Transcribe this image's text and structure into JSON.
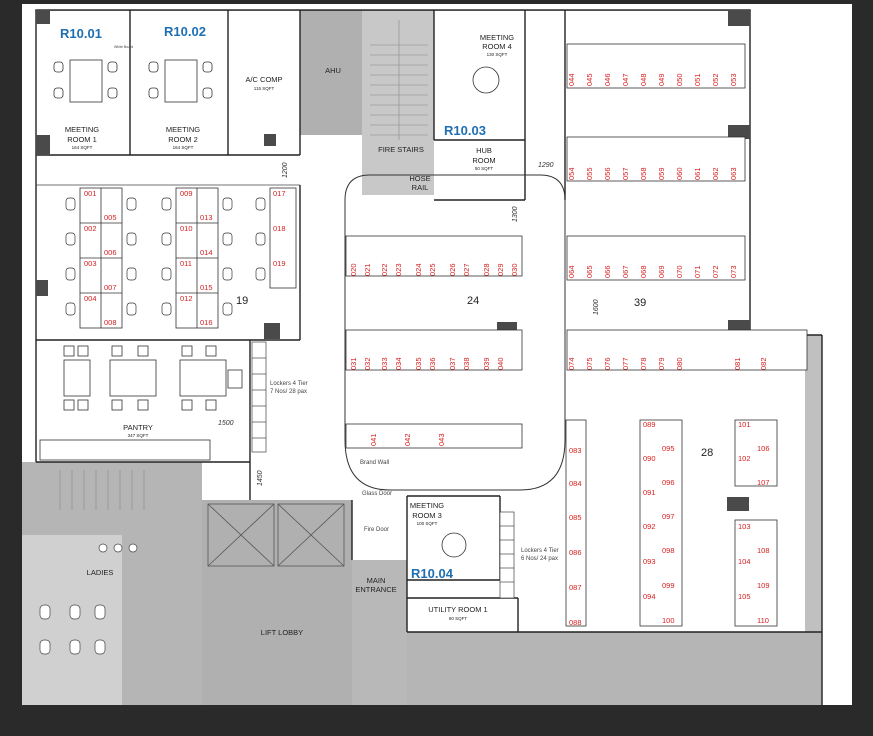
{
  "rooms": {
    "r1001_code": "R10.01",
    "r1002_code": "R10.02",
    "r1003_code": "R10.03",
    "r1004_code": "R10.04",
    "meeting1": [
      "MEETING",
      "ROOM 1"
    ],
    "meeting1_area": "164 SQFT",
    "meeting2": [
      "MEETING",
      "ROOM 2"
    ],
    "meeting2_area": "164 SQFT",
    "meeting3": [
      "MEETING",
      "ROOM 3"
    ],
    "meeting3_area": "100 SQFT",
    "meeting4": [
      "MEETING",
      "ROOM 4"
    ],
    "meeting4_area": "130 SQFT",
    "ac_comp": "A/C COMP",
    "ac_comp_area": "115 SQFT",
    "ahu": "AHU",
    "fire_stairs": "FIRE STAIRS",
    "hose_rail": [
      "HOSE",
      "RAIL"
    ],
    "hub_room": [
      "HUB",
      "ROOM"
    ],
    "hub_area": "50 SQFT",
    "pantry": "PANTRY",
    "pantry_area": "347 SQFT",
    "ladies": "LADIES",
    "lift_lobby": "LIFT LOBBY",
    "main_entrance": [
      "MAIN",
      "ENTRANCE"
    ],
    "utility_room": "UTILITY ROOM 1",
    "utility_area": "60 SQFT",
    "glass_door": "Glass Door",
    "fire_door": "Fire Door",
    "brand_wall": "Brand Wall",
    "lockers_a": [
      "Lockers 4 Tier",
      "7 Nos/ 28 pax"
    ],
    "lockers_b": [
      "Lockers 4 Tier",
      "6 Nos/ 24 pax"
    ],
    "whiteboard": "White Board"
  },
  "zones": [
    "19",
    "24",
    "39",
    "28"
  ],
  "dimensions": [
    "1200",
    "1290",
    "1300",
    "1600",
    "1500",
    "1450"
  ],
  "workstations": {
    "zone19": [
      "001",
      "005",
      "002",
      "006",
      "003",
      "007",
      "004",
      "008",
      "009",
      "013",
      "010",
      "014",
      "011",
      "015",
      "012",
      "016",
      "017",
      "018",
      "019"
    ],
    "zone24": [
      "020",
      "021",
      "022",
      "023",
      "024",
      "025",
      "026",
      "027",
      "028",
      "029",
      "030",
      "031",
      "032",
      "033",
      "034",
      "035",
      "036",
      "037",
      "038",
      "039",
      "040",
      "041",
      "042",
      "043"
    ],
    "zone39": [
      "044",
      "045",
      "046",
      "047",
      "048",
      "049",
      "050",
      "051",
      "052",
      "053",
      "054",
      "055",
      "056",
      "057",
      "058",
      "059",
      "060",
      "061",
      "062",
      "063",
      "064",
      "065",
      "066",
      "067",
      "068",
      "069",
      "070",
      "071",
      "072",
      "073",
      "074",
      "075",
      "076",
      "077",
      "078",
      "079",
      "080",
      "081",
      "082"
    ],
    "zone28": [
      "083",
      "084",
      "085",
      "086",
      "087",
      "088",
      "089",
      "090",
      "091",
      "092",
      "093",
      "094",
      "095",
      "096",
      "097",
      "098",
      "099",
      "100",
      "101",
      "102",
      "103",
      "104",
      "105",
      "106",
      "107",
      "108",
      "109",
      "110"
    ]
  },
  "colors": {
    "room_code": "#1f6fb3",
    "workstation_number": "#d62020",
    "core_grey": "#a8a8a8",
    "frame": "#2a2a2a"
  }
}
